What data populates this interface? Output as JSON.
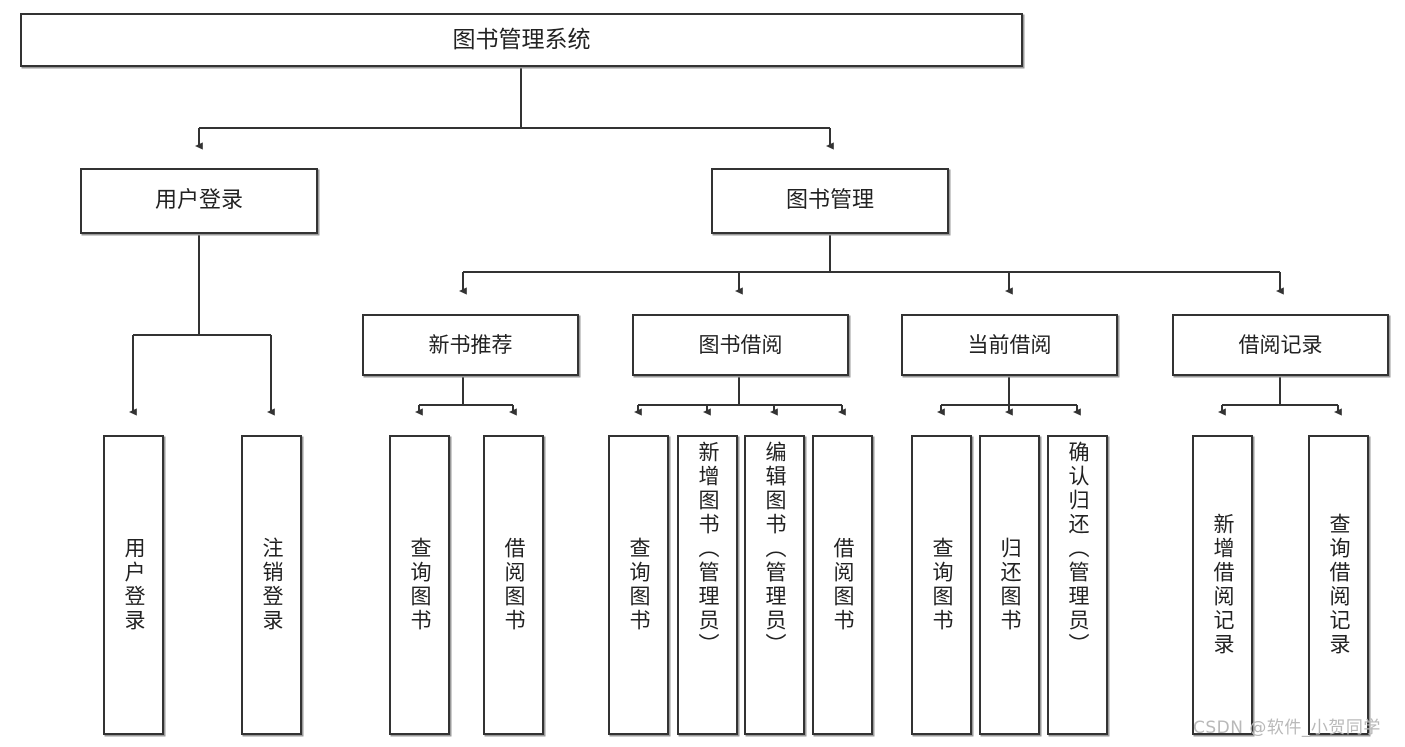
{
  "diagram": {
    "type": "tree-hierarchy-chart",
    "title": "图书管理系统",
    "watermark": "CSDN @软件_小贺同学",
    "colors": {
      "box_border": "#333333",
      "box_fill": "#ffffff",
      "connector": "#333333",
      "text": "#222222",
      "watermark": "#b9b9b9",
      "shadow": "#9a9a9a"
    },
    "root": {
      "id": "root",
      "label": "图书管理系统"
    },
    "level1": [
      {
        "id": "user-login",
        "label": "用户登录"
      },
      {
        "id": "book-manage",
        "label": "图书管理"
      }
    ],
    "level2": [
      {
        "id": "new-book-recommend",
        "label": "新书推荐",
        "parent": "book-manage"
      },
      {
        "id": "book-borrow",
        "label": "图书借阅",
        "parent": "book-manage"
      },
      {
        "id": "current-borrow",
        "label": "当前借阅",
        "parent": "book-manage"
      },
      {
        "id": "borrow-record",
        "label": "借阅记录",
        "parent": "book-manage"
      }
    ],
    "leaves": [
      {
        "id": "leaf-user-login",
        "label": "用户登录",
        "parent": "user-login"
      },
      {
        "id": "leaf-user-logout",
        "label": "注销登录",
        "parent": "user-login"
      },
      {
        "id": "leaf-query-book-1",
        "label": "查询图书",
        "parent": "new-book-recommend"
      },
      {
        "id": "leaf-borrow-book-1",
        "label": "借阅图书",
        "parent": "new-book-recommend"
      },
      {
        "id": "leaf-query-book-2",
        "label": "查询图书",
        "parent": "book-borrow"
      },
      {
        "id": "leaf-add-book",
        "label": "新增图书（管理员）",
        "parent": "book-borrow"
      },
      {
        "id": "leaf-edit-book",
        "label": "编辑图书（管理员）",
        "parent": "book-borrow"
      },
      {
        "id": "leaf-borrow-book-2",
        "label": "借阅图书",
        "parent": "book-borrow"
      },
      {
        "id": "leaf-query-book-3",
        "label": "查询图书",
        "parent": "current-borrow"
      },
      {
        "id": "leaf-return-book",
        "label": "归还图书",
        "parent": "current-borrow"
      },
      {
        "id": "leaf-confirm-return",
        "label": "确认归还（管理员）",
        "parent": "current-borrow"
      },
      {
        "id": "leaf-add-record",
        "label": "新增借阅记录",
        "parent": "borrow-record"
      },
      {
        "id": "leaf-query-record",
        "label": "查询借阅记录",
        "parent": "borrow-record"
      }
    ]
  }
}
